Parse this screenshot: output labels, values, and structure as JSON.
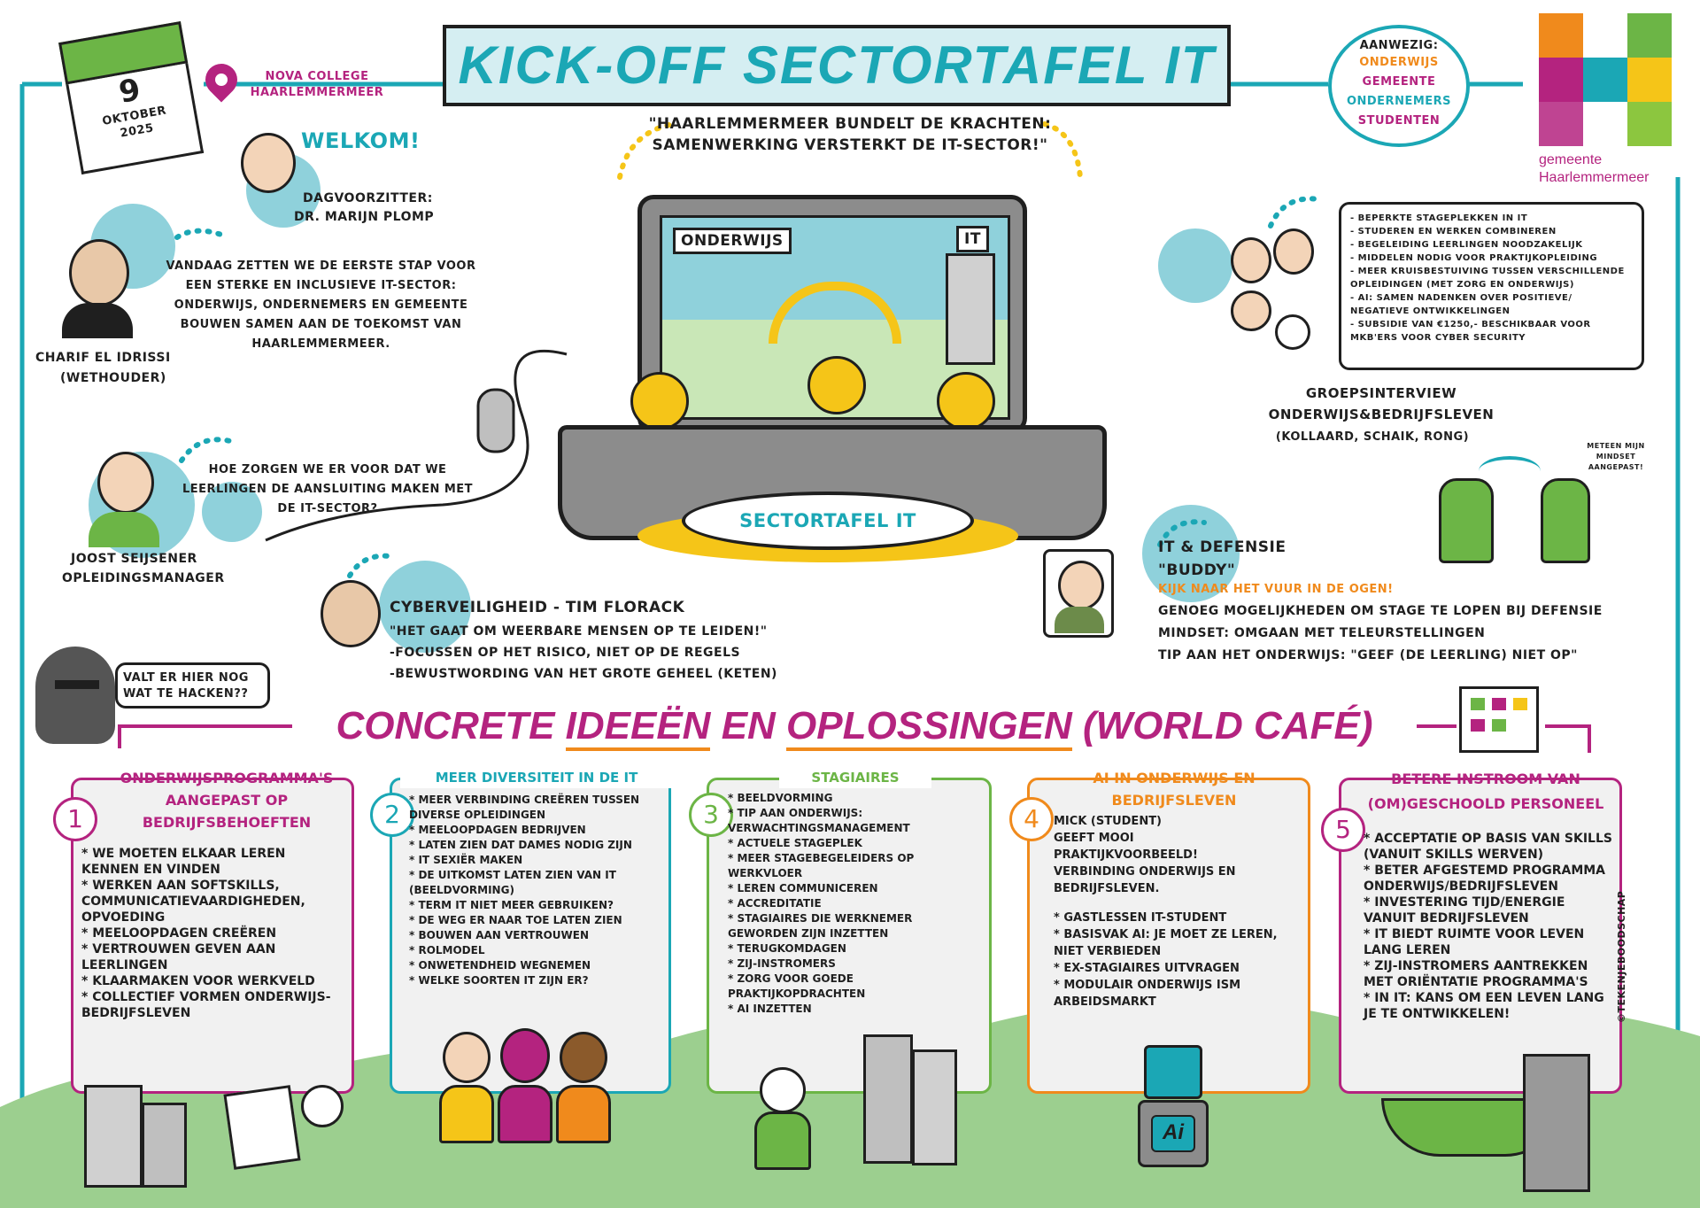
{
  "header": {
    "title": "KICK-OFF SECTORTAFEL IT",
    "quote": "\"HAARLEMMERMEER BUNDELT DE KRACHTEN:\nSAMENWERKING VERSTERKT DE IT-SECTOR!\""
  },
  "calendar": {
    "day": "9",
    "month_year": "OKTOBER\n2025"
  },
  "location": {
    "name": "NOVA COLLEGE\nHAARLEMMERMEER"
  },
  "welcome": {
    "title": "WELKOM!",
    "chair_role": "DAGVOORZITTER:",
    "chair_name": "DR. MARIJN PLOMP"
  },
  "attendance": {
    "label": "AANWEZIG:",
    "groups": [
      "ONDERWIJS",
      "GEMEENTE",
      "ONDERNEMERS",
      "STUDENTEN"
    ]
  },
  "logo": {
    "line1": "gemeente",
    "line2": "Haarlemmermeer"
  },
  "speakers": {
    "wethouder": {
      "name": "CHARIF EL IDRISSI",
      "role": "(WETHOUDER)",
      "text": "VANDAAG ZETTEN WE DE EERSTE STAP VOOR\nEEN STERKE EN INCLUSIEVE IT-SECTOR:\nONDERWIJS, ONDERNEMERS EN GEMEENTE\nBOUWEN SAMEN AAN DE TOEKOMST VAN\nHAARLEMMERMEER."
    },
    "opleidingsmanager": {
      "name": "JOOST SEIJSENER",
      "role": "OPLEIDINGSMANAGER",
      "text": "HOE ZORGEN WE ER VOOR DAT WE\nLEERLINGEN DE AANSLUITING MAKEN MET\nDE IT-SECTOR?"
    },
    "cyber": {
      "title": "CYBERVEILIGHEID - TIM FLORACK",
      "lines": [
        "\"HET GAAT OM WEERBARE MENSEN OP TE LEIDEN!\"",
        "-FOCUSSEN OP HET RISICO,  NIET OP DE REGELS",
        "-BEWUSTWORDING VAN HET GROTE GEHEEL (KETEN)"
      ]
    },
    "hacker_bubble": "VALT ER HIER NOG\nWAT TE HACKEN??"
  },
  "laptop": {
    "left_sign": "ONDERWIJS",
    "right_sign": "IT",
    "table_label": "SECTORTAFEL IT"
  },
  "interview": {
    "bullets": [
      "- BEPERKTE STAGEPLEKKEN IN IT",
      "- STUDEREN EN WERKEN COMBINEREN",
      "- BEGELEIDING LEERLINGEN NOODZAKELIJK",
      "- MIDDELEN NODIG VOOR PRAKTIJKOPLEIDING",
      "- MEER KRUISBESTUIVING TUSSEN VERSCHILLENDE OPLEIDINGEN (MET ZORG EN ONDERWIJS)",
      "- AI: SAMEN NADENKEN OVER POSITIEVE/ NEGATIEVE ONTWIKKELINGEN",
      "- SUBSIDIE VAN €1250,- BESCHIKBAAR VOOR MKB'ERS VOOR CYBER SECURITY"
    ],
    "title": "GROEPSINTERVIEW\nONDERWIJS&BEDRIJFSLEVEN",
    "names": "(KOLLAARD, SCHAIK, RONG)"
  },
  "mindset": {
    "note": "METEEN MIJN\nMINDSET\nAANGEPAST!"
  },
  "defensie": {
    "title": "IT & DEFENSIE\n\"BUDDY\"",
    "highlight": "KIJK NAAR HET VUUR IN DE OGEN!",
    "lines": [
      "GENOEG MOGELIJKHEDEN OM STAGE TE LOPEN BIJ DEFENSIE",
      "MINDSET: OMGAAN MET TELEURSTELLINGEN",
      "TIP AAN HET ONDERWIJS:  \"GEEF (DE LEERLING) NIET OP\""
    ]
  },
  "worldcafe": {
    "title_parts": [
      "CONCRETE ",
      "IDEEËN",
      " EN ",
      "OPLOSSINGEN",
      " (WORLD CAFÉ)"
    ],
    "cards": [
      {
        "num": "1",
        "title": "ONDERWIJSPROGRAMMA'S\nAANGEPAST OP\nBEDRIJFSBEHOEFTEN",
        "color": "#b4237f",
        "items": [
          "* WE MOETEN ELKAAR LEREN KENNEN EN VINDEN",
          "* WERKEN AAN SOFTSKILLS, COMMUNICATIEVAARDIGHEDEN, OPVOEDING",
          "* MEELOOPDAGEN CREËREN",
          "* VERTROUWEN GEVEN AAN LEERLINGEN",
          "* KLAARMAKEN VOOR WERKVELD",
          "* COLLECTIEF VORMEN ONDERWIJS-BEDRIJFSLEVEN"
        ]
      },
      {
        "num": "2",
        "title": "MEER DIVERSITEIT IN DE IT",
        "color": "#1ba7b5",
        "items": [
          "* MEER VERBINDING CREËREN TUSSEN DIVERSE OPLEIDINGEN",
          "* MEELOOPDAGEN BEDRIJVEN",
          "* LATEN ZIEN DAT DAMES NODIG ZIJN",
          "* IT SEXIËR MAKEN",
          "* DE UITKOMST LATEN ZIEN VAN IT (BEELDVORMING)",
          "* TERM IT NIET MEER GEBRUIKEN?",
          "* DE WEG ER NAAR TOE LATEN ZIEN",
          "* BOUWEN AAN VERTROUWEN",
          "* ROLMODEL",
          "* ONWETENDHEID WEGNEMEN",
          "* WELKE SOORTEN IT ZIJN ER?"
        ]
      },
      {
        "num": "3",
        "title": "STAGIAIRES",
        "color": "#6cb546",
        "items": [
          "* BEELDVORMING",
          "* TIP AAN ONDERWIJS: VERWACHTINGSMANAGEMENT",
          "* ACTUELE STAGEPLEK",
          "* MEER STAGEBEGELEIDERS OP WERKVLOER",
          "* LEREN COMMUNICEREN",
          "* ACCREDITATIE",
          "* STAGIAIRES DIE WERKNEMER GEWORDEN ZIJN INZETTEN",
          "* TERUGKOMDAGEN",
          "* ZIJ-INSTROMERS",
          "* ZORG VOOR GOEDE PRAKTIJKOPDRACHTEN",
          "* AI INZETTEN"
        ]
      },
      {
        "num": "4",
        "title": "AI IN ONDERWIJS EN\nBEDRIJFSLEVEN",
        "color": "#f08a1c",
        "items": [
          "MICK (STUDENT)",
          "GEEFT MOOI",
          "PRAKTIJKVOORBEELD!",
          "VERBINDING ONDERWIJS EN",
          "BEDRIJFSLEVEN.",
          " ",
          "* GASTLESSEN IT-STUDENT",
          "* BASISVAK AI: JE MOET ZE LEREN, NIET VERBIEDEN",
          "* EX-STAGIAIRES UITVRAGEN",
          "* MODULAIR ONDERWIJS ISM ARBEIDSMARKT"
        ]
      },
      {
        "num": "5",
        "title": "BETERE INSTROOM VAN\n(OM)GESCHOOLD PERSONEEL",
        "color": "#b4237f",
        "items": [
          "* ACCEPTATIE OP BASIS VAN SKILLS (VANUIT SKILLS WERVEN)",
          "* BETER AFGESTEMD PROGRAMMA ONDERWIJS/BEDRIJFSLEVEN",
          "* INVESTERING TIJD/ENERGIE VANUIT BEDRIJFSLEVEN",
          "* IT BIEDT RUIMTE VOOR LEVEN LANG LEREN",
          "* ZIJ-INSTROMERS AANTREKKEN MET ORIËNTATIE PROGRAMMA'S",
          "* IN IT: KANS OM EEN LEVEN LANG JE TE ONTWIKKELEN!"
        ]
      }
    ]
  },
  "robot_label": "Ai",
  "credit": "©TEKENJEBOODSCHAP",
  "colors": {
    "teal": "#1ba7b5",
    "magenta": "#b4237f",
    "orange": "#f08a1c",
    "green": "#6cb546",
    "lightblue": "#8fd1db",
    "hill": "#9ccf8f"
  },
  "icons": [
    "calendar-icon",
    "location-pin-icon",
    "lightbulb-icon",
    "laptop-icon",
    "robot-icon",
    "arrow-icon",
    "headset-icon",
    "flipchart-icon"
  ]
}
